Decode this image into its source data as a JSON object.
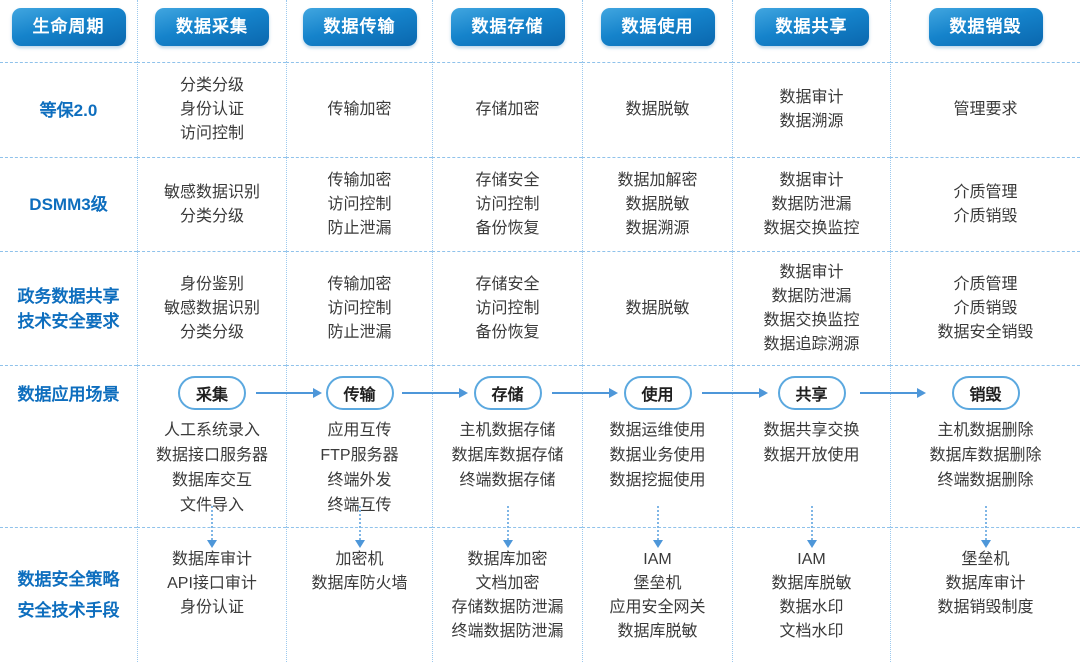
{
  "colors": {
    "badge_gradient_top": "#41A6E0",
    "badge_gradient_bottom": "#0A67AE",
    "row_label_blue": "#0E6EBE",
    "body_text": "#3A3A3A",
    "grid_line": "#8FC2EB",
    "arrow": "#4E97D9",
    "oval_border": "#5BA8DF"
  },
  "table": {
    "header": [
      "生命周期",
      "数据采集",
      "数据传输",
      "数据存储",
      "数据使用",
      "数据共享",
      "数据销毁"
    ],
    "rows": [
      {
        "label_lines": [
          "等保2.0"
        ],
        "cells": [
          [
            "分类分级",
            "身份认证",
            "访问控制"
          ],
          [
            "传输加密"
          ],
          [
            "存储加密"
          ],
          [
            "数据脱敏"
          ],
          [
            "数据审计",
            "数据溯源"
          ],
          [
            "管理要求"
          ]
        ]
      },
      {
        "label_lines": [
          "DSMM3级"
        ],
        "cells": [
          [
            "敏感数据识别",
            "分类分级"
          ],
          [
            "传输加密",
            "访问控制",
            "防止泄漏"
          ],
          [
            "存储安全",
            "访问控制",
            "备份恢复"
          ],
          [
            "数据加解密",
            "数据脱敏",
            "数据溯源"
          ],
          [
            "数据审计",
            "数据防泄漏",
            "数据交换监控"
          ],
          [
            "介质管理",
            "介质销毁"
          ]
        ]
      },
      {
        "label_lines": [
          "政务数据共享",
          "技术安全要求"
        ],
        "cells": [
          [
            "身份鉴别",
            "敏感数据识别",
            "分类分级"
          ],
          [
            "传输加密",
            "访问控制",
            "防止泄漏"
          ],
          [
            "存储安全",
            "访问控制",
            "备份恢复"
          ],
          [
            "数据脱敏"
          ],
          [
            "数据审计",
            "数据防泄漏",
            "数据交换监控",
            "数据追踪溯源"
          ],
          [
            "介质管理",
            "介质销毁",
            "数据安全销毁"
          ]
        ]
      }
    ],
    "scenario_row": {
      "label_lines": [
        "数据应用场景"
      ],
      "stages": [
        {
          "badge": "采集",
          "items": [
            "人工系统录入",
            "数据接口服务器",
            "数据库交互",
            "文件导入"
          ]
        },
        {
          "badge": "传输",
          "items": [
            "应用互传",
            "FTP服务器",
            "终端外发",
            "终端互传"
          ]
        },
        {
          "badge": "存储",
          "items": [
            "主机数据存储",
            "数据库数据存储",
            "终端数据存储"
          ]
        },
        {
          "badge": "使用",
          "items": [
            "数据运维使用",
            "数据业务使用",
            "数据挖掘使用"
          ]
        },
        {
          "badge": "共享",
          "items": [
            "数据共享交换",
            "数据开放使用"
          ]
        },
        {
          "badge": "销毁",
          "items": [
            "主机数据删除",
            "数据库数据删除",
            "终端数据删除"
          ]
        }
      ]
    },
    "security_row": {
      "label_lines": [
        "数据安全策略",
        "安全技术手段"
      ],
      "cells": [
        [
          "数据库审计",
          "API接口审计",
          "身份认证"
        ],
        [
          "加密机",
          "数据库防火墙"
        ],
        [
          "数据库加密",
          "文档加密",
          "存储数据防泄漏",
          "终端数据防泄漏"
        ],
        [
          "IAM",
          "堡垒机",
          "应用安全网关",
          "数据库脱敏"
        ],
        [
          "IAM",
          "数据库脱敏",
          "数据水印",
          "文档水印"
        ],
        [
          "堡垒机",
          "数据库审计",
          "数据销毁制度"
        ]
      ]
    }
  }
}
